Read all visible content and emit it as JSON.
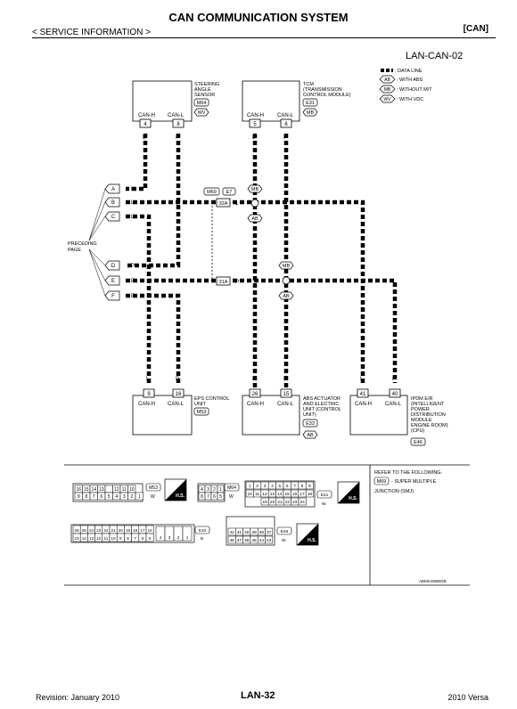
{
  "header": {
    "title": "CAN COMMUNICATION SYSTEM",
    "subtitle": "< SERVICE INFORMATION >",
    "section": "[CAN]"
  },
  "diagram": {
    "id": "LAN-CAN-02",
    "legend": [
      {
        "sym": "",
        "text": ": DATA LINE"
      },
      {
        "sym": "AB",
        "text": ": WITH ABS"
      },
      {
        "sym": "MB",
        "text": ": WITHOUT M/T"
      },
      {
        "sym": "WV",
        "text": ": WITH VDC"
      }
    ],
    "units": {
      "steering": {
        "name": [
          "STEERING",
          "ANGLE",
          "SENSOR"
        ],
        "conn": "M64",
        "opt": "WV",
        "pins": [
          "4",
          "8"
        ]
      },
      "tcm": {
        "name": [
          "TCM",
          "(TRANSMISSION",
          "CONTROL MODULE)"
        ],
        "conn": "E31",
        "opt": "MB",
        "pins": [
          "5",
          "6"
        ]
      },
      "eps": {
        "name": [
          "EPS CONTROL",
          "UNIT"
        ],
        "conn": "M53",
        "pins": [
          "9",
          "16"
        ]
      },
      "abs": {
        "name": [
          "ABS ACTUATOR",
          "AND ELECTRIC",
          "UNIT (CONTROL",
          "UNIT)"
        ],
        "conn": "E33",
        "opt": "AB",
        "pins": [
          "26",
          "15"
        ]
      },
      "ipdm": {
        "name": [
          "IPDM E/R",
          "(INTELLIGENT",
          "POWER",
          "DISTRIBUTION",
          "MODULE",
          "ENGINE ROOM)",
          "(CPU)"
        ],
        "conn": "E46",
        "pins": [
          "41",
          "40"
        ]
      }
    },
    "can_h": "CAN-H",
    "can_l": "CAN-L",
    "wire_l": "L",
    "wire_p": "P",
    "preceding": [
      "PRECEDING",
      "PAGE"
    ],
    "ref_letters": [
      "A",
      "B",
      "C",
      "D",
      "E",
      "F"
    ],
    "junction": {
      "m69": "M69",
      "e7": "E7",
      "p1": "32A",
      "p2": "31A"
    },
    "tcm_mark_top": "MB",
    "tcm_mark_mid": "AB",
    "abs_mark_top": "MB",
    "abs_mark_mid": "AB"
  },
  "connectors": {
    "m53": {
      "row1": [
        "16",
        "15",
        "14",
        "13",
        "",
        "12",
        "11",
        "10"
      ],
      "row2": [
        "9",
        "8",
        "7",
        "6",
        "5",
        "4",
        "3",
        "2",
        "1"
      ],
      "label": "M53",
      "color": "W"
    },
    "m64": {
      "row1": [
        "4",
        "3",
        "2",
        "1"
      ],
      "row2": [
        "8",
        "7",
        "6",
        "5"
      ],
      "label": "M64",
      "color": "W"
    },
    "e31": {
      "row1": [
        "1",
        "2",
        "3",
        "4",
        "5",
        "6",
        "7",
        "8",
        "9"
      ],
      "row2": [
        "10",
        "11",
        "12",
        "13",
        "14",
        "15",
        "16",
        "17",
        "18"
      ],
      "row3": [
        "19",
        "20",
        "21",
        "22",
        "23",
        "24"
      ],
      "label": "E31",
      "color": "W"
    },
    "e33": {
      "row1": [
        "26",
        "25",
        "24",
        "23",
        "22",
        "21",
        "20",
        "19",
        "18",
        "17",
        "16"
      ],
      "row2": [
        "15",
        "14",
        "13",
        "12",
        "11",
        "10",
        "9",
        "8",
        "7",
        "6",
        "5"
      ],
      "big": [
        "4",
        "3",
        "2",
        "1"
      ],
      "label": "E33",
      "color": "B"
    },
    "e46": {
      "row1": [
        "42",
        "41",
        "40",
        "39",
        "38",
        "37"
      ],
      "row2": [
        "48",
        "47",
        "46",
        "45",
        "44",
        "43"
      ],
      "label": "E46",
      "color": "W"
    },
    "hs": "H.S."
  },
  "reference": {
    "line1": "REFER TO THE FOLLOWING.",
    "m69": "M69",
    "line2": "- SUPER MULTIPLE",
    "line3": "JUNCTION (SMJ)",
    "code": "ABMIA0696GB"
  },
  "footer": {
    "revision": "Revision: January 2010",
    "page": "LAN-32",
    "model": "2010 Versa"
  }
}
